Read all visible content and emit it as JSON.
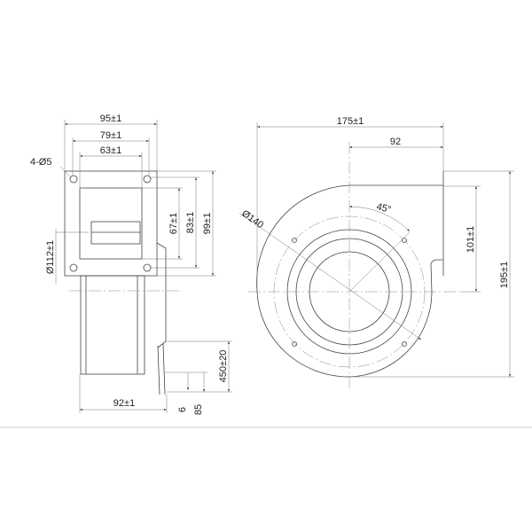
{
  "side_view": {
    "holes_label": "4-Ø5",
    "width_outer": "95±1",
    "width_mid": "79±1",
    "width_inner": "63±1",
    "height_inner": "67±1",
    "height_mid": "83±1",
    "height_outer": "99±1",
    "diameter": "Ø112±1",
    "depth": "92±1",
    "cable_length": "450±20",
    "strip_short": "6",
    "strip_long": "85"
  },
  "front_view": {
    "width": "175±1",
    "outlet_offset": "92",
    "angle": "45°",
    "diameter": "Ø140",
    "outlet_height": "101±1",
    "height": "195±1"
  }
}
